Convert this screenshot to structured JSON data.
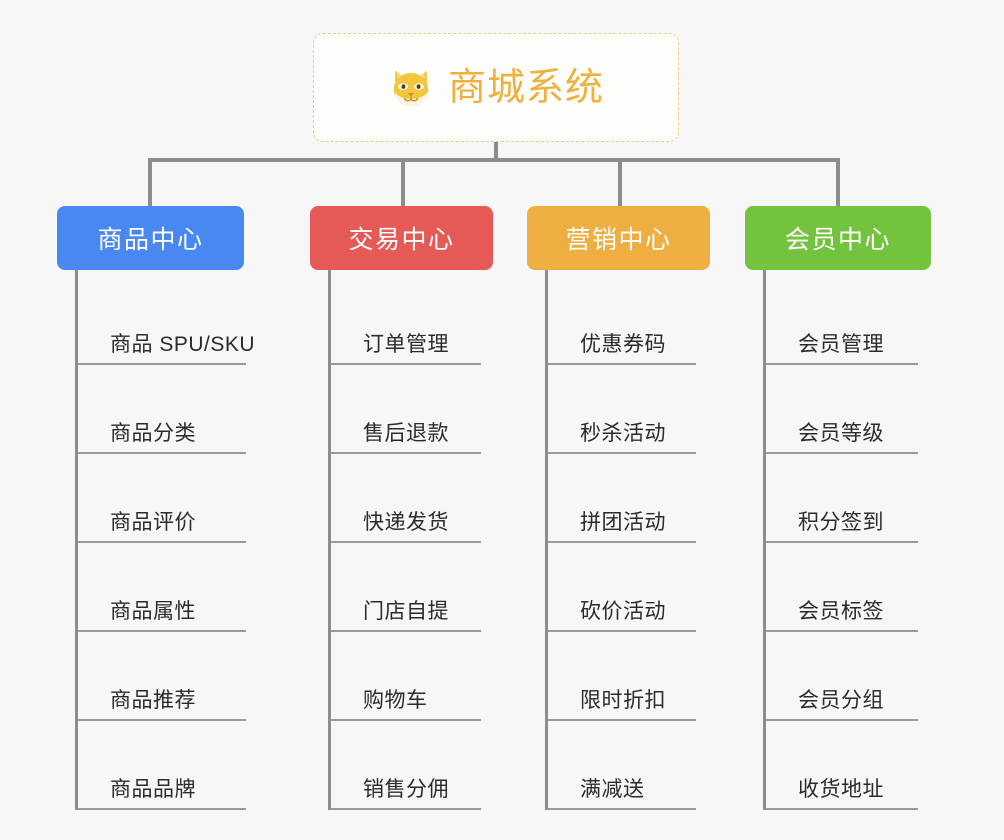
{
  "root": {
    "title": "商城系统",
    "icon": "shiba-dog-icon",
    "border_color": "#eec981",
    "text_color": "#eeb13f",
    "background": "#fdfdfc"
  },
  "canvas": {
    "background": "#f7f7f7",
    "connector_color": "#8d8d8d"
  },
  "branches": [
    {
      "title": "商品中心",
      "color": "#4888f0",
      "items": [
        "商品 SPU/SKU",
        "商品分类",
        "商品评价",
        "商品属性",
        "商品推荐",
        "商品品牌"
      ]
    },
    {
      "title": "交易中心",
      "color": "#e55a56",
      "items": [
        "订单管理",
        "售后退款",
        "快递发货",
        "门店自提",
        "购物车",
        "销售分佣"
      ]
    },
    {
      "title": "营销中心",
      "color": "#eeae41",
      "items": [
        "优惠券码",
        "秒杀活动",
        "拼团活动",
        "砍价活动",
        "限时折扣",
        "满减送"
      ]
    },
    {
      "title": "会员中心",
      "color": "#73c33e",
      "items": [
        "会员管理",
        "会员等级",
        "积分签到",
        "会员标签",
        "会员分组",
        "收货地址"
      ]
    }
  ]
}
